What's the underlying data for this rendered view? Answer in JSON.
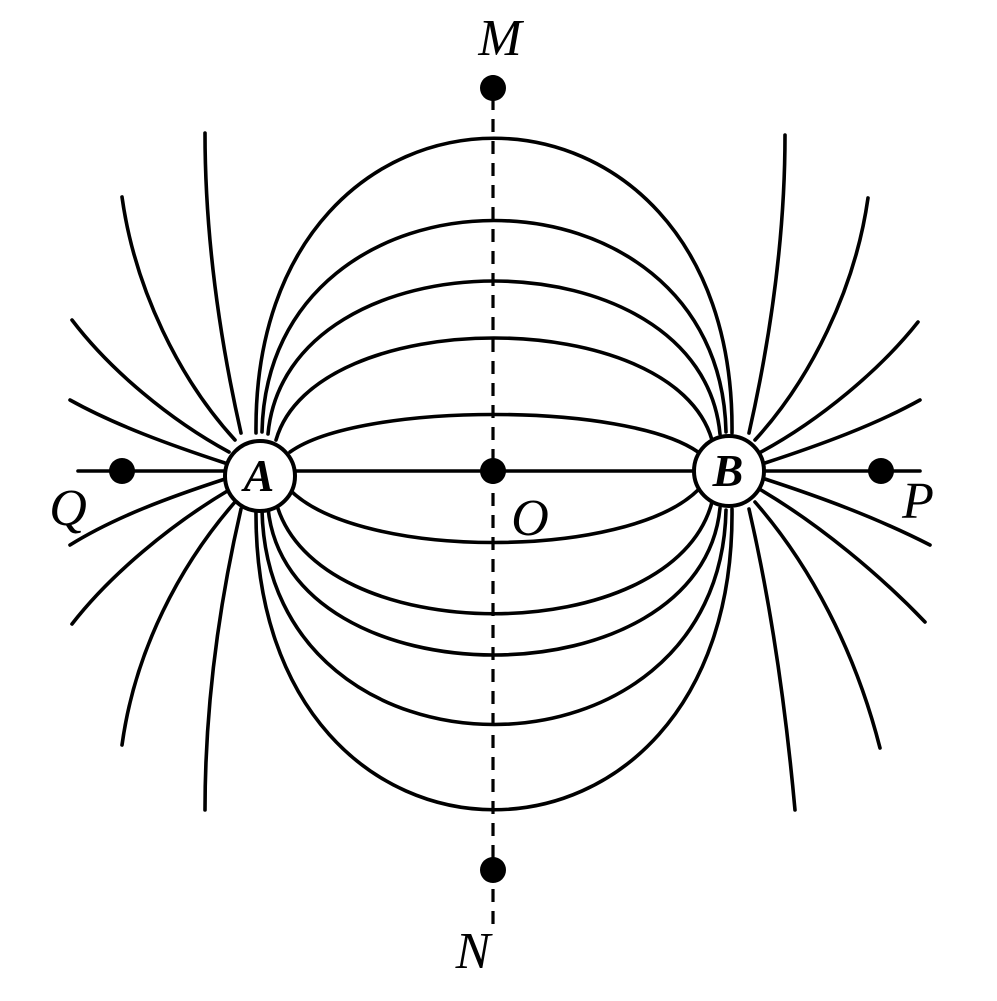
{
  "figure": {
    "charges": [
      {
        "id": "A",
        "label": "A"
      },
      {
        "id": "B",
        "label": "B"
      }
    ],
    "points": [
      {
        "id": "M",
        "label": "M"
      },
      {
        "id": "N",
        "label": "N"
      },
      {
        "id": "O",
        "label": "O"
      },
      {
        "id": "P",
        "label": "P"
      },
      {
        "id": "Q",
        "label": "Q"
      }
    ],
    "axis_style": "dashed",
    "line_color": "#000000"
  }
}
